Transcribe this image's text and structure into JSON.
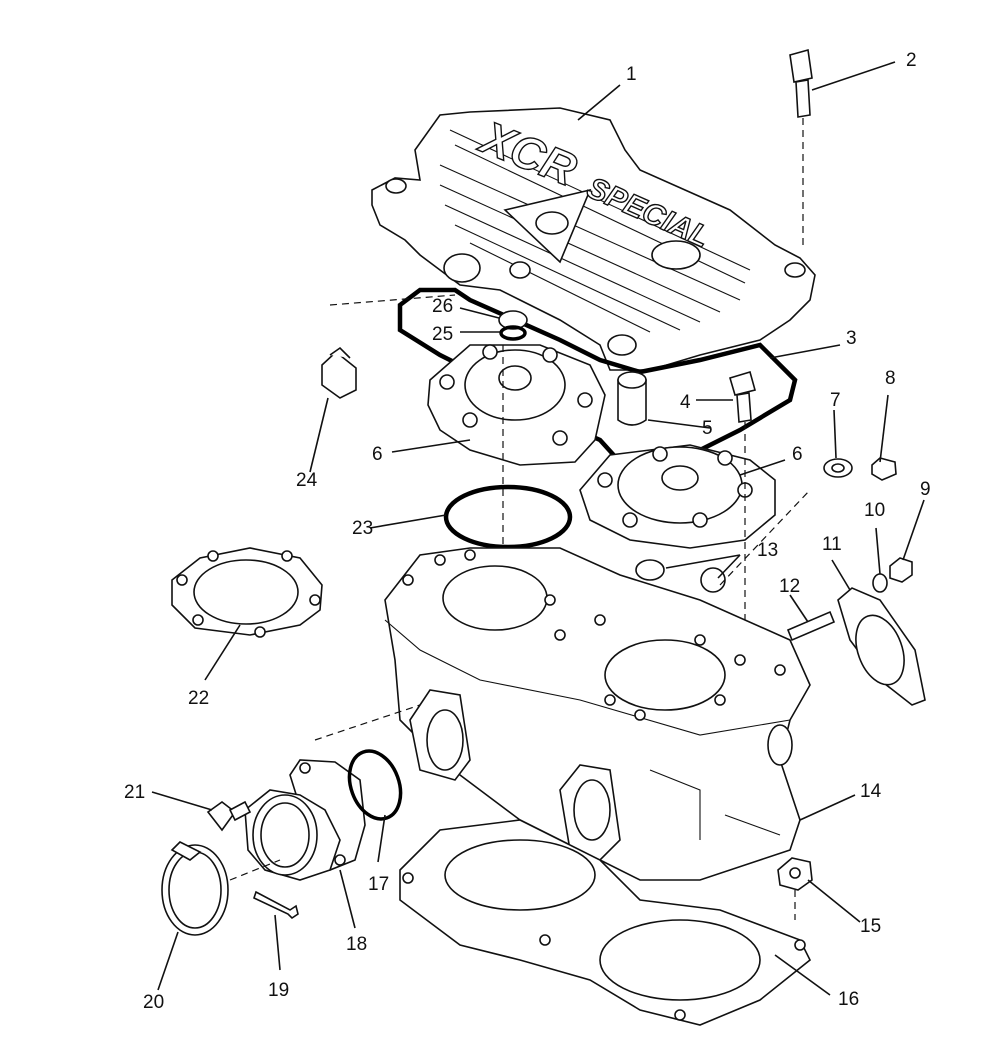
{
  "diagram": {
    "embossed_logo": "XCR",
    "embossed_text": "SPECIAL",
    "callouts": [
      {
        "id": "1",
        "label": "1"
      },
      {
        "id": "2",
        "label": "2"
      },
      {
        "id": "3",
        "label": "3"
      },
      {
        "id": "4",
        "label": "4"
      },
      {
        "id": "5",
        "label": "5"
      },
      {
        "id": "6a",
        "label": "6"
      },
      {
        "id": "6b",
        "label": "6"
      },
      {
        "id": "7",
        "label": "7"
      },
      {
        "id": "8",
        "label": "8"
      },
      {
        "id": "9",
        "label": "9"
      },
      {
        "id": "10",
        "label": "10"
      },
      {
        "id": "11",
        "label": "11"
      },
      {
        "id": "12",
        "label": "12"
      },
      {
        "id": "13",
        "label": "13"
      },
      {
        "id": "14",
        "label": "14"
      },
      {
        "id": "15",
        "label": "15"
      },
      {
        "id": "16",
        "label": "16"
      },
      {
        "id": "17",
        "label": "17"
      },
      {
        "id": "18",
        "label": "18"
      },
      {
        "id": "19",
        "label": "19"
      },
      {
        "id": "20",
        "label": "20"
      },
      {
        "id": "21",
        "label": "21"
      },
      {
        "id": "22",
        "label": "22"
      },
      {
        "id": "23",
        "label": "23"
      },
      {
        "id": "24",
        "label": "24"
      },
      {
        "id": "25",
        "label": "25"
      },
      {
        "id": "26",
        "label": "26"
      }
    ]
  }
}
